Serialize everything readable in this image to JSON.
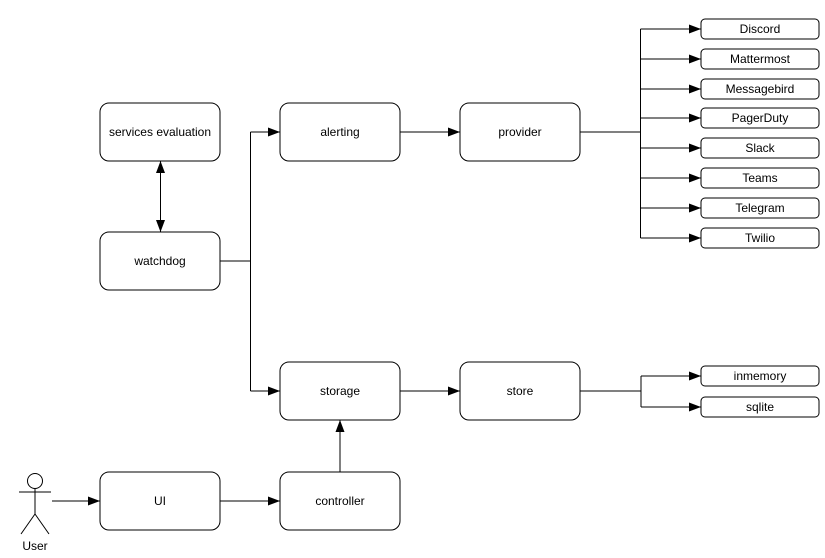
{
  "diagram": {
    "nodes": {
      "services_evaluation": {
        "label": "services evaluation"
      },
      "watchdog": {
        "label": "watchdog"
      },
      "alerting": {
        "label": "alerting"
      },
      "provider": {
        "label": "provider"
      },
      "storage": {
        "label": "storage"
      },
      "store": {
        "label": "store"
      },
      "ui": {
        "label": "UI"
      },
      "controller": {
        "label": "controller"
      }
    },
    "providers": [
      "Discord",
      "Mattermost",
      "Messagebird",
      "PagerDuty",
      "Slack",
      "Teams",
      "Telegram",
      "Twilio"
    ],
    "stores": [
      "inmemory",
      "sqlite"
    ],
    "actor": {
      "label": "User"
    },
    "colors": {
      "stroke": "#000000",
      "node_fill": "#ffffff",
      "background": "#ffffff",
      "text": "#000000"
    }
  }
}
